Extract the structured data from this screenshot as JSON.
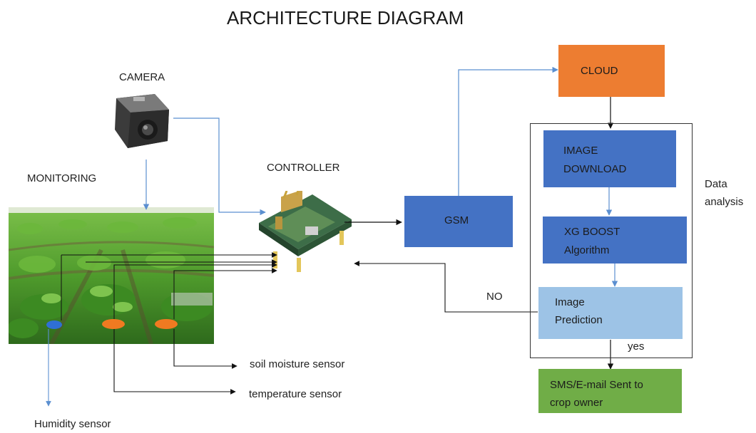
{
  "title": "ARCHITECTURE DIAGRAM",
  "labels": {
    "camera": "CAMERA",
    "monitoring": "MONITORING",
    "controller": "CONTROLLER",
    "data_analysis_line1": "Data",
    "data_analysis_line2": "analysis",
    "no": "NO",
    "yes": "yes",
    "soil_moisture": "soil moisture sensor",
    "temperature": "temperature sensor",
    "humidity": "Humidity sensor"
  },
  "boxes": {
    "cloud": "CLOUD",
    "gsm": "GSM",
    "image_download_line1": "IMAGE",
    "image_download_line2": "DOWNLOAD",
    "xgboost_line1": "XG BOOST",
    "xgboost_line2": "Algorithm",
    "image_prediction_line1": "Image",
    "image_prediction_line2": "Prediction",
    "sms_line1": "SMS/E-mail Sent to",
    "sms_line2": "crop owner"
  },
  "colors": {
    "cloud": "#ED7D31",
    "blue_box": "#4472C4",
    "prediction": "#9DC3E6",
    "sms": "#70AD47",
    "field_green": "#4e9a2f",
    "sensor_blue": "#2f6fd6",
    "sensor_orange": "#f07a21",
    "blue_line": "#5b8fd0"
  }
}
